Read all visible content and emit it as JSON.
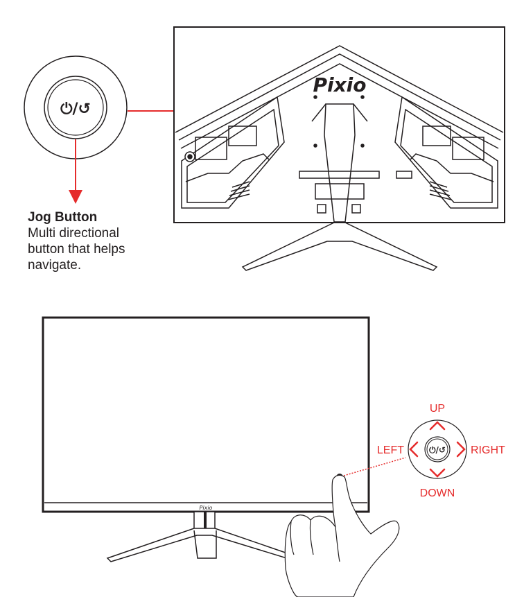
{
  "brand": {
    "logo_text": "Pixio",
    "small_logo_text": "Pixio"
  },
  "jog_button_caption": {
    "title": "Jog Button",
    "description": "Multi directional button that helps navigate."
  },
  "button_symbol": "⏻/↺",
  "directions": {
    "up": "UP",
    "down": "DOWN",
    "left": "LEFT",
    "right": "RIGHT"
  },
  "colors": {
    "accent": "#e52b2b",
    "line": "#231f20",
    "background": "#ffffff"
  }
}
